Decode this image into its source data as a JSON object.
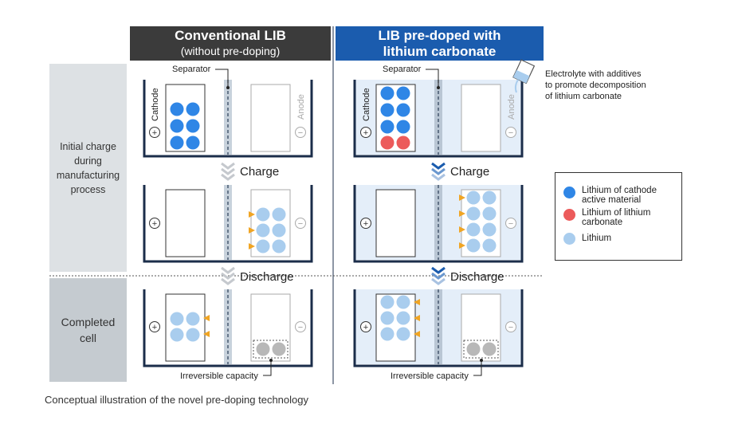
{
  "headers": {
    "conventional_line1": "Conventional LIB",
    "conventional_line2": "(without pre-doping)",
    "predoped_line1": "LIB pre-doped with",
    "predoped_line2": "lithium carbonate"
  },
  "row_labels": {
    "initial": "Initial charge during manufacturing process",
    "completed": "Completed cell"
  },
  "labels": {
    "separator": "Separator",
    "cathode": "Cathode",
    "anode": "Anode",
    "charge": "Charge",
    "discharge": "Discharge",
    "irreversible": "Irreversible capacity",
    "electrolyte_line1": "Electrolyte with additives",
    "electrolyte_line2": "to promote decomposition",
    "electrolyte_line3": "of lithium carbonate",
    "plus": "+",
    "minus": "−"
  },
  "legend": [
    {
      "line1": "Lithium of cathode",
      "line2": "active material",
      "color": "#2f86e6"
    },
    {
      "line1": "Lithium of lithium",
      "line2": "carbonate",
      "color": "#ec5b5b"
    },
    {
      "line1": "Lithium",
      "line2": "",
      "color": "#a9cdee"
    }
  ],
  "caption": "Conceptual illustration of the novel pre-doping technology",
  "colors": {
    "header_dark": "#3b3b3b",
    "header_blue": "#1b5cae",
    "cell_border": "#1b2d4a",
    "electrolyte": "#e4eef9",
    "arrow": "#f0a524",
    "cathode_lithium": "#2f86e6",
    "carbonate_lithium": "#ec5b5b",
    "lithium": "#a9cdee",
    "irreversible_lithium": "#b8b8b8"
  }
}
